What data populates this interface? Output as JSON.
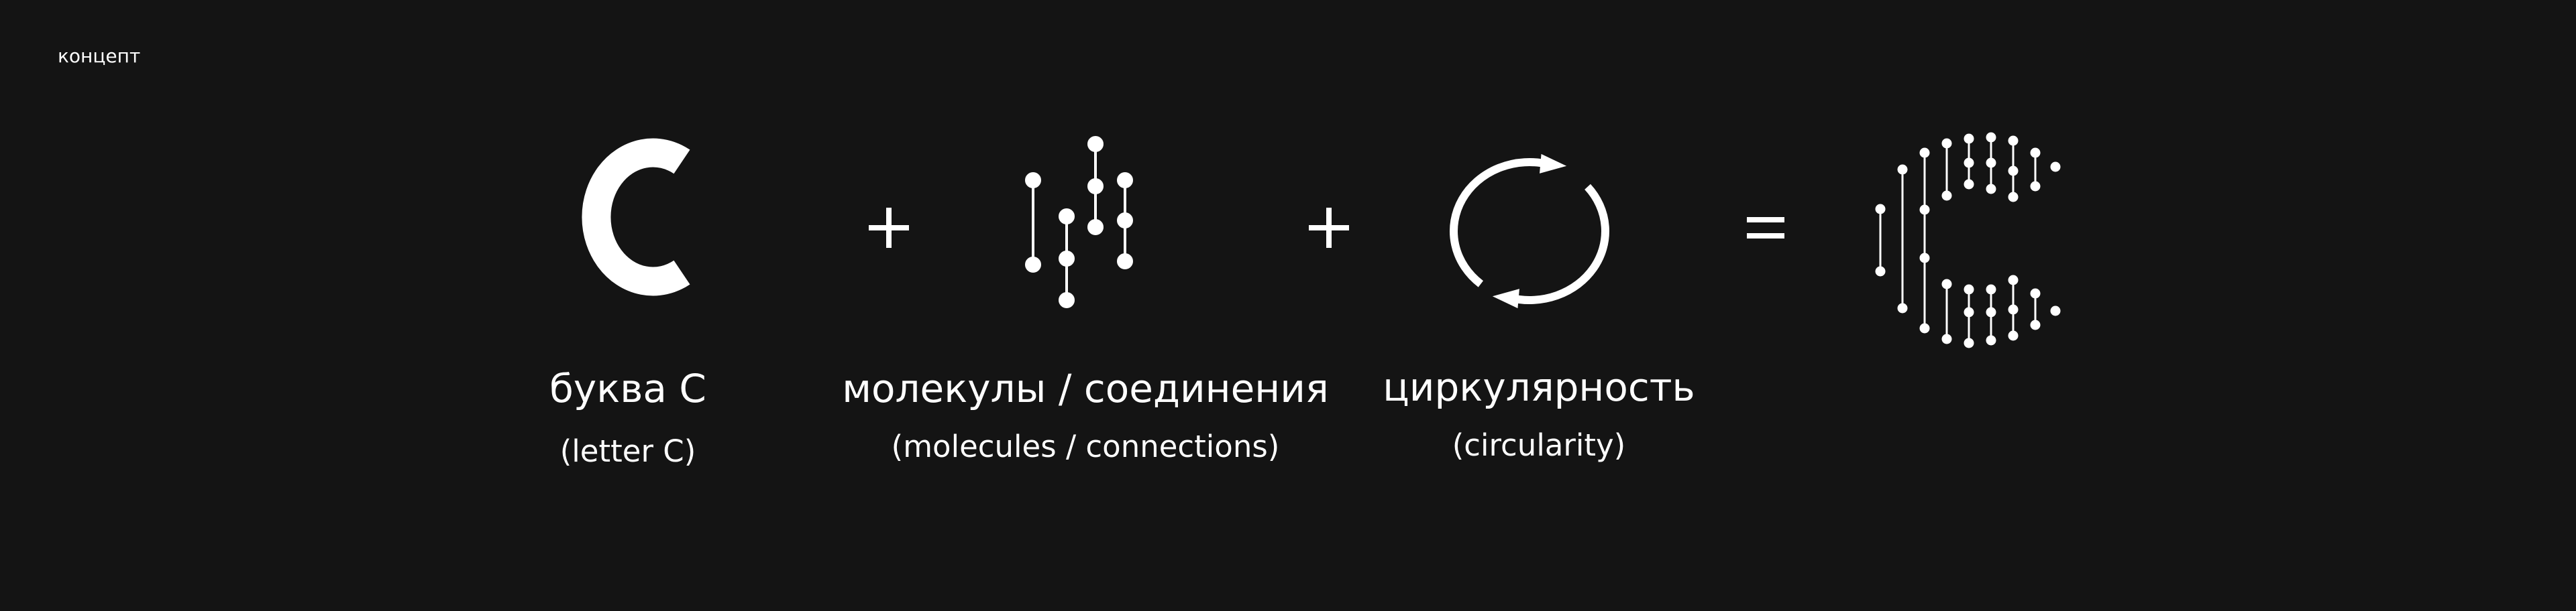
{
  "header": {
    "label": "концепт"
  },
  "concept": {
    "letter": {
      "title": "буква С",
      "subtitle": "(letter C)",
      "icon": "letter-c-icon"
    },
    "molecules": {
      "title": "молекулы / соединения",
      "subtitle": "(molecules / connections)",
      "icon": "molecule-connections-icon"
    },
    "circularity": {
      "title": "циркулярность",
      "subtitle": "(circularity)",
      "icon": "circular-arrows-icon"
    },
    "result": {
      "icon": "molecular-c-logo-icon"
    }
  },
  "colors": {
    "background": "#141414",
    "foreground": "#ffffff"
  }
}
